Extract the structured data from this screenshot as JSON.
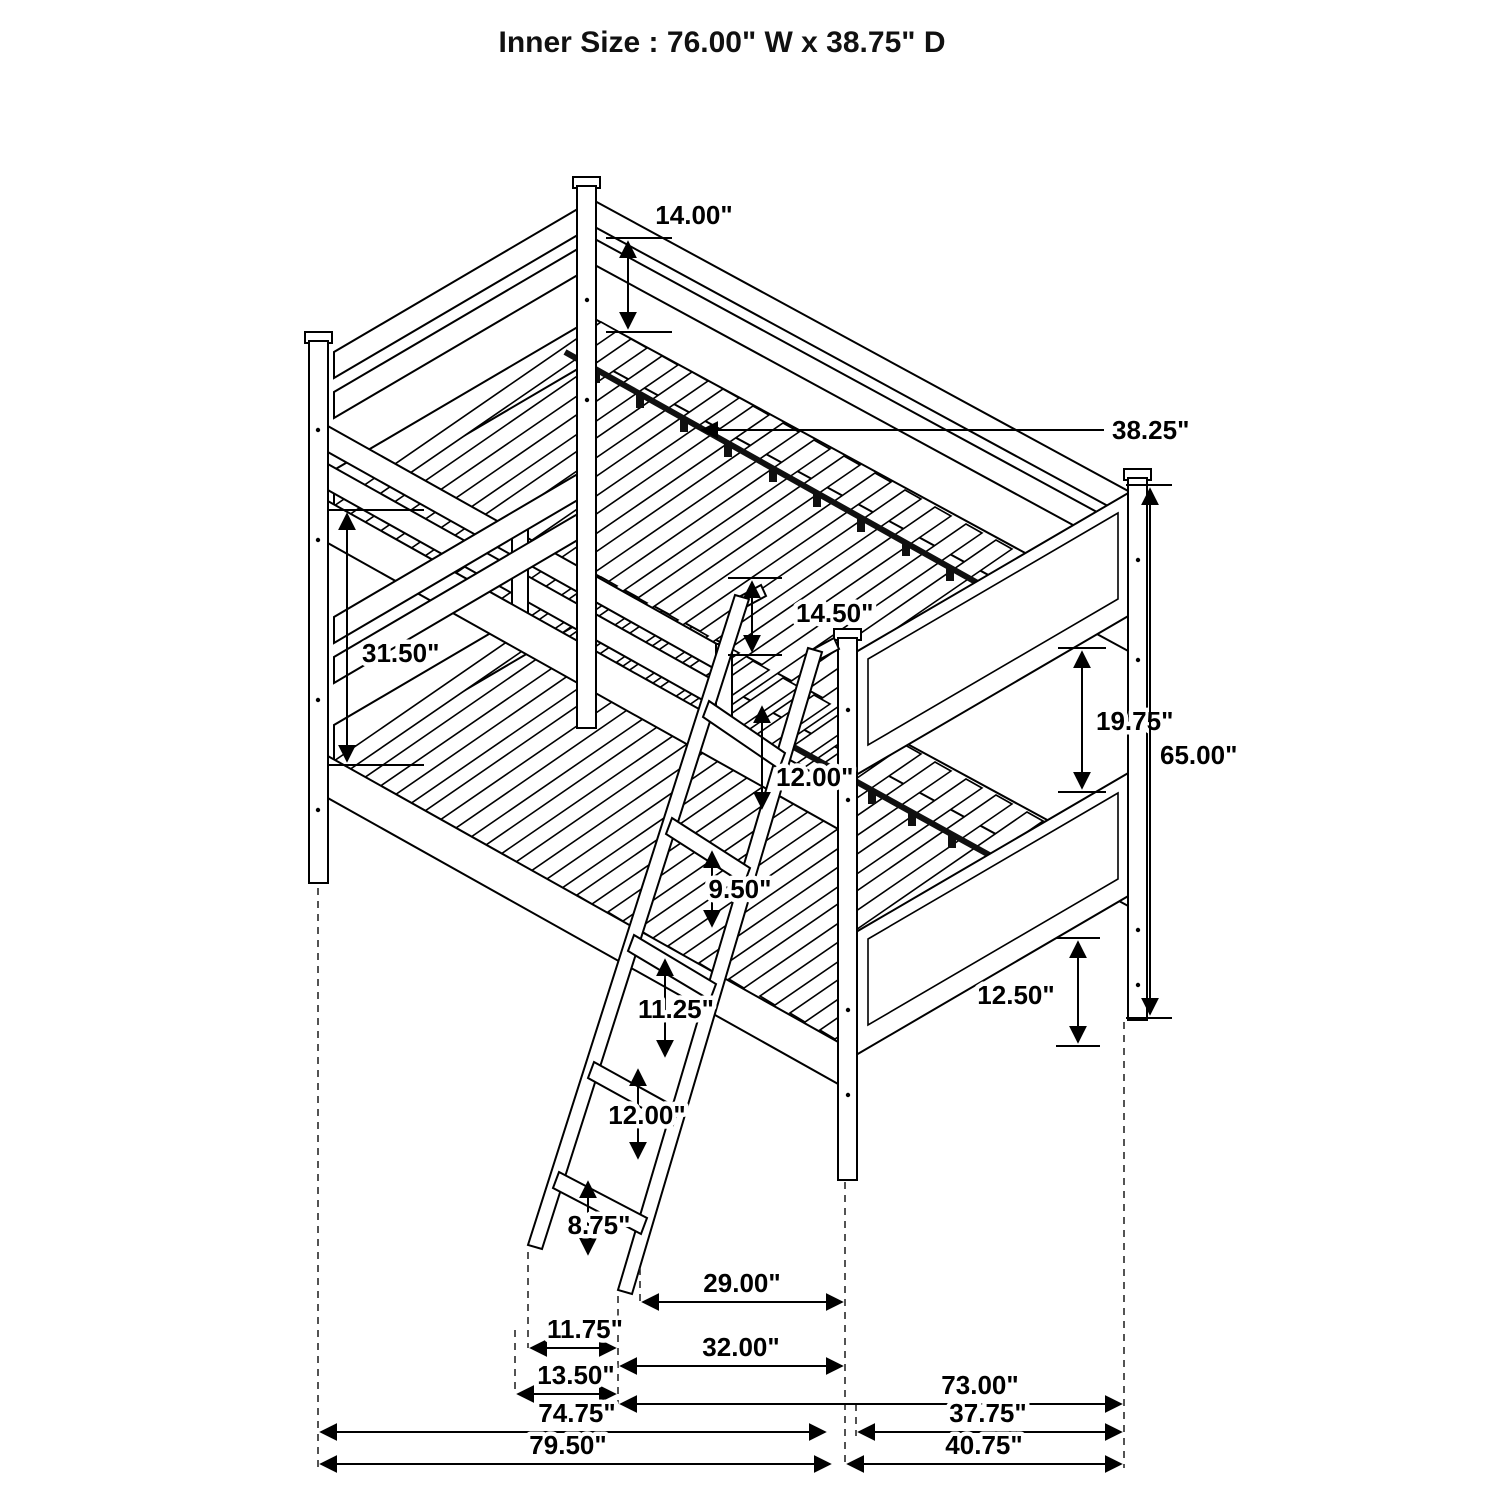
{
  "title": "Inner Size : 76.00\" W x  38.75\" D",
  "colors": {
    "line": "#000000",
    "metal_rail": "#101010",
    "background": "#ffffff"
  },
  "dims": {
    "headboard_top_rail": "14.00\"",
    "slat_support": "38.25\"",
    "guardrail_to_lower_deck": "31.50\"",
    "upper_lower_gap": "14.50\"",
    "step_gap_1": "12.00\"",
    "step_gap_2": "9.50\"",
    "step_gap_3": "11.25\"",
    "step_gap_4": "12.00\"",
    "step_to_floor": "8.75\"",
    "footboard_gap": "19.75\"",
    "overall_height": "65.00\"",
    "lower_footboard": "12.50\"",
    "ladder_reach": "29.00\"",
    "ladder_foot_offset": "11.75\"",
    "ladder_span": "32.00\"",
    "ladder_base": "13.50\"",
    "bed_length_inner": "73.00\"",
    "bed_length_upper": "74.75\"",
    "end_width": "37.75\"",
    "overall_length": "79.50\"",
    "overall_width": "40.75\""
  }
}
